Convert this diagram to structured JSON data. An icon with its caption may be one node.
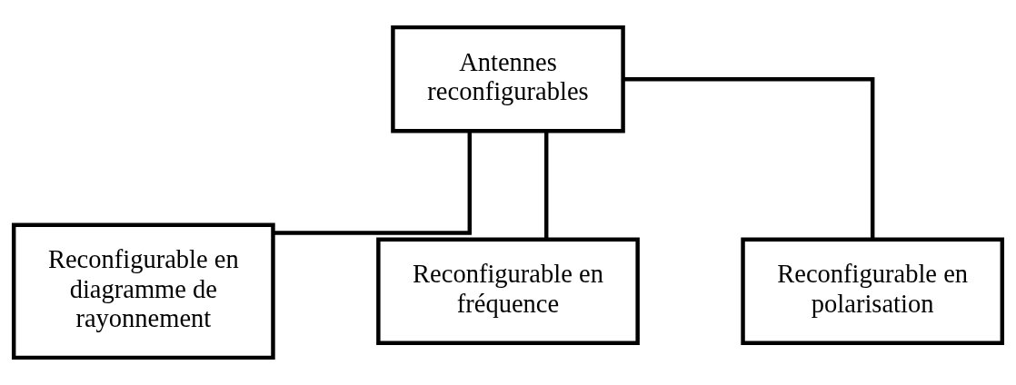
{
  "diagram": {
    "nodes": [
      {
        "text": [
          "Antennes reconfigurables"
        ]
      },
      {
        "text": [
          "Reconfigurable en diagramme de rayonnement"
        ]
      },
      {
        "text": [
          "Reconfigurable en fréquence"
        ]
      },
      {
        "text": [
          "Reconfigurable en polarisation"
        ]
      }
    ],
    "edges": [
      {
        "from": 0,
        "to": 1,
        "arrow": "none"
      },
      {
        "from": 0,
        "to": 2,
        "arrow": "none"
      },
      {
        "from": 0,
        "to": 3,
        "arrow": "none"
      }
    ]
  }
}
